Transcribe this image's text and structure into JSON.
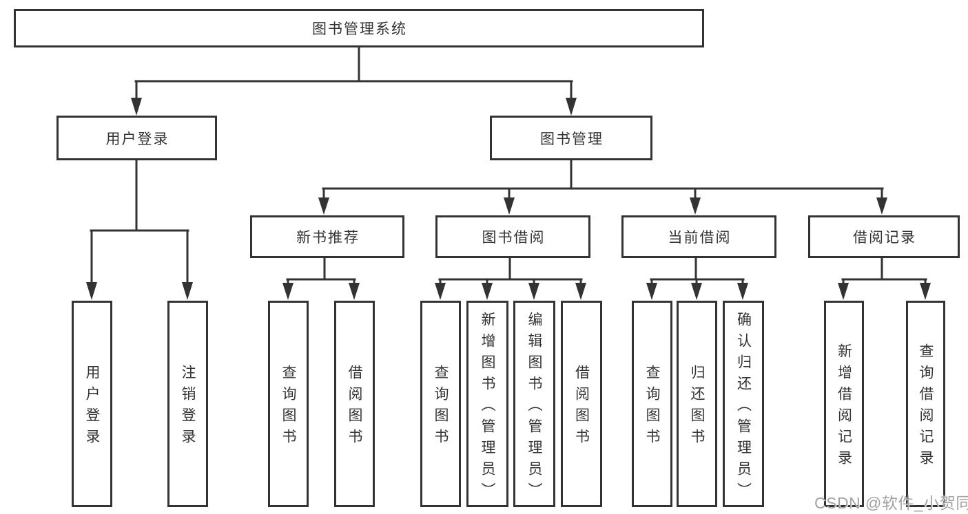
{
  "diagram": {
    "kind": "function-structure-tree",
    "language": "zh-CN"
  },
  "tree": {
    "label": "图书管理系统",
    "children": [
      {
        "label": "用户登录",
        "children": [
          {
            "label": "用户登录"
          },
          {
            "label": "注销登录"
          }
        ]
      },
      {
        "label": "图书管理",
        "children": [
          {
            "label": "新书推荐",
            "children": [
              {
                "label": "查询图书"
              },
              {
                "label": "借阅图书"
              }
            ]
          },
          {
            "label": "图书借阅",
            "children": [
              {
                "label": "查询图书"
              },
              {
                "label": "新增图书（管理员）"
              },
              {
                "label": "编辑图书（管理员）"
              },
              {
                "label": "借阅图书"
              }
            ]
          },
          {
            "label": "当前借阅",
            "children": [
              {
                "label": "查询图书"
              },
              {
                "label": "归还图书"
              },
              {
                "label": "确认归还（管理员）"
              }
            ]
          },
          {
            "label": "借阅记录",
            "children": [
              {
                "label": "新增借阅记录"
              },
              {
                "label": "查询借阅记录"
              }
            ]
          }
        ]
      }
    ]
  },
  "watermark": {
    "text": "CSDN @软件_小贺同学"
  },
  "colors": {
    "line": "#333333",
    "box_border": "#333333",
    "text": "#333333",
    "background": "#ffffff",
    "watermark_text": "#a3a3a3"
  }
}
